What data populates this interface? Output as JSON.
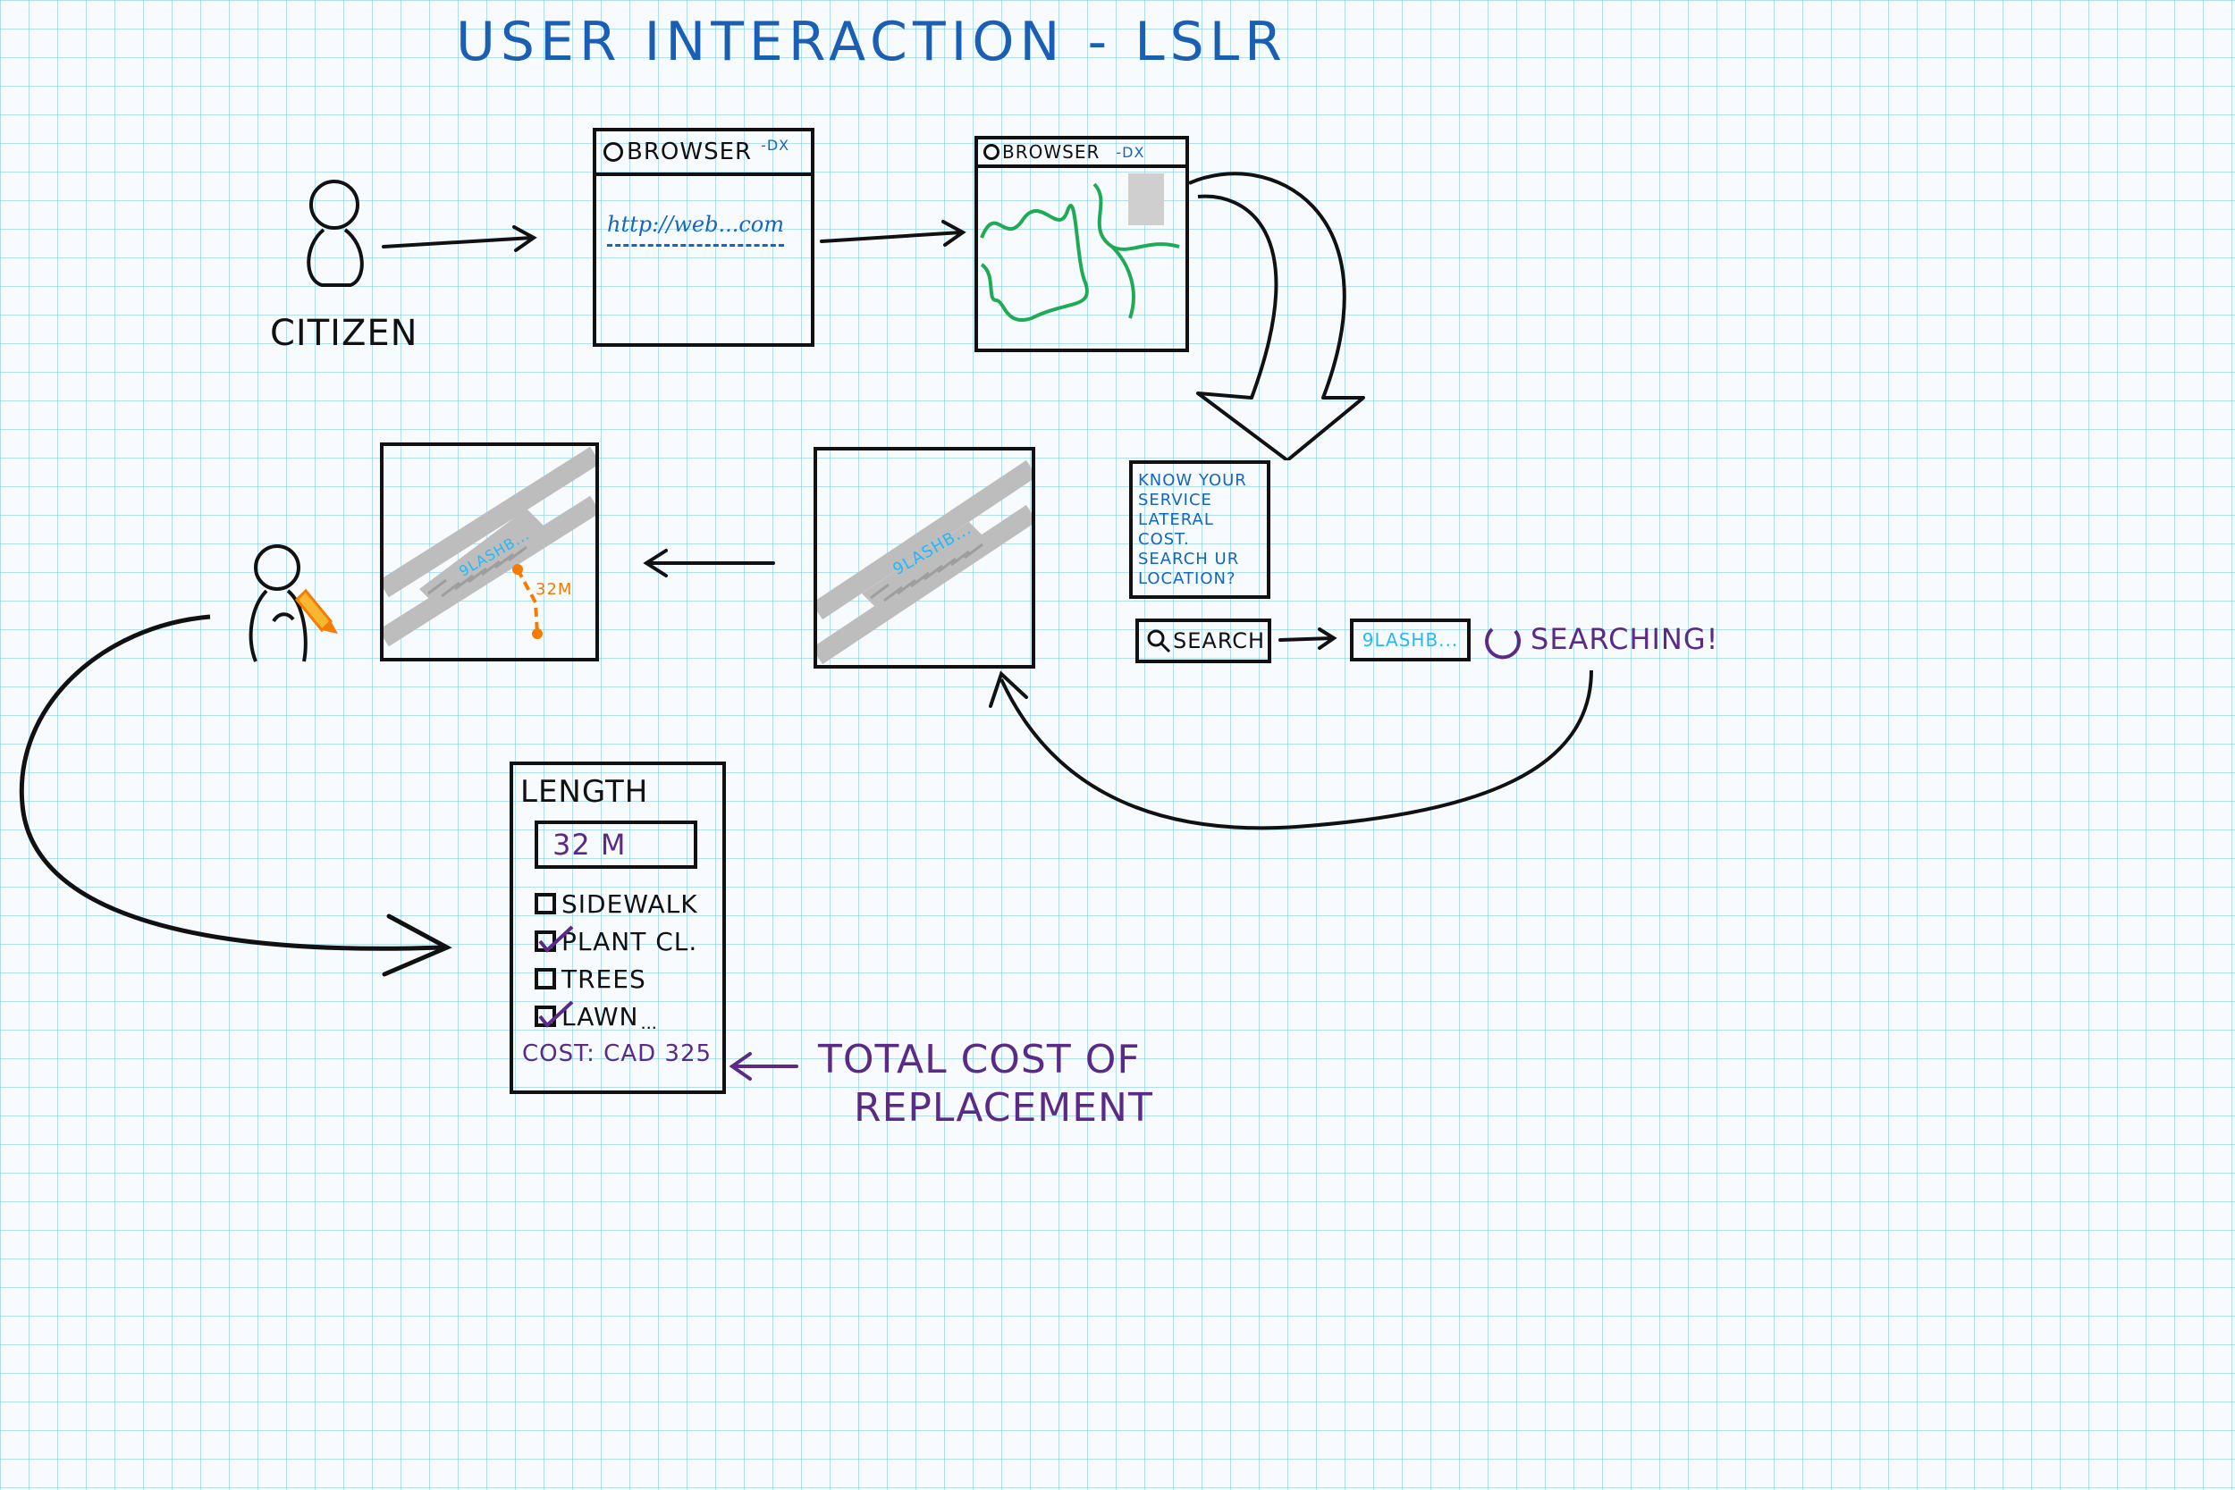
{
  "title": "USER INTERACTION - LSLR",
  "actor_label": "CITIZEN",
  "browser1": {
    "title": "BROWSER",
    "controls": "-DX",
    "url": "http://web...com"
  },
  "browser2": {
    "title": "BROWSER",
    "controls": "-DX"
  },
  "info_panel": {
    "lines": [
      "KNOW YOUR",
      "SERVICE",
      "LATERAL",
      "COST.",
      "SEARCH UR",
      "LOCATION?"
    ]
  },
  "search": {
    "button_label": "SEARCH",
    "query": "9LASHB...",
    "status": "SEARCHING!"
  },
  "map_result": {
    "parcel_label": "9LASHB..."
  },
  "map_measure": {
    "parcel_label": "9LASHB...",
    "distance_label": "32m"
  },
  "form": {
    "length_label": "LENGTH",
    "length_value": "32 m",
    "options": [
      {
        "label": "SIDEWALK",
        "checked": false
      },
      {
        "label": "PLANT CL.",
        "checked": true
      },
      {
        "label": "TREES",
        "checked": false
      },
      {
        "label": "LAWN",
        "checked": true
      }
    ],
    "more": "...",
    "cost_label": "COST: CAD 325"
  },
  "annotation": {
    "line1": "TOTAL COST OF",
    "line2": "REPLACEMENT"
  },
  "colors": {
    "ink": "#111111",
    "title_blue": "#1a5fb4",
    "link_blue": "#1565c0",
    "cyan": "#29b6f6",
    "purple": "#5b2a86",
    "orange": "#f57c00",
    "map_green": "#1faa55",
    "map_gray": "#bdbdbd"
  }
}
